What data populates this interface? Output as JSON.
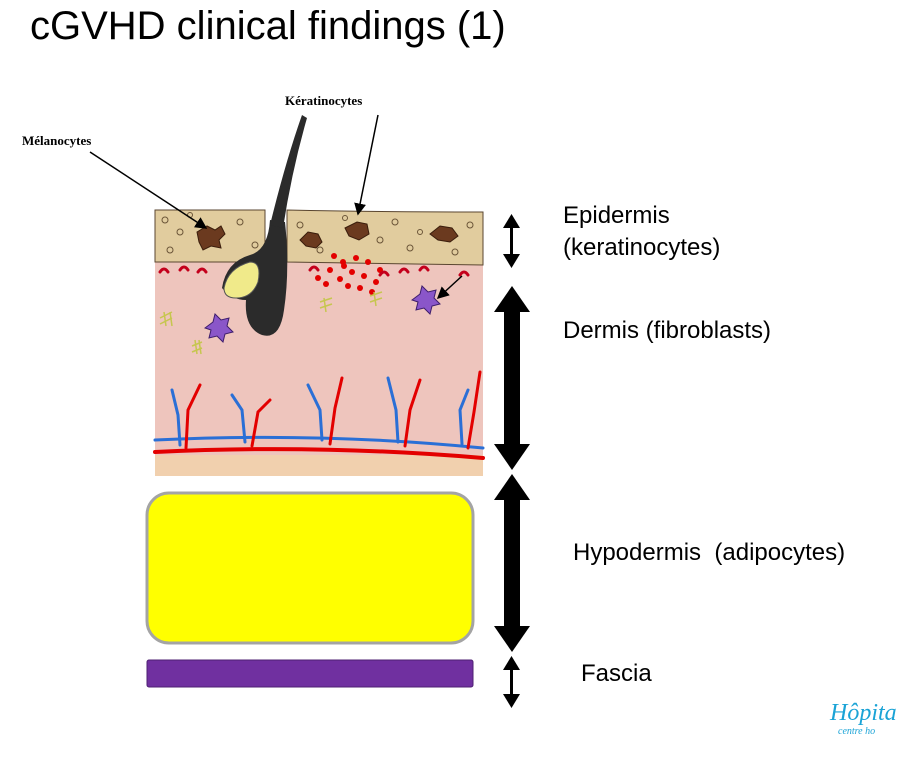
{
  "title": "cGVHD clinical findings (1)",
  "callouts": {
    "melanocytes": "Mélanocytes",
    "keratinocytes": "Kératinocytes"
  },
  "layers": {
    "epidermis_line1": "Epidermis",
    "epidermis_line2": "(keratinocytes)",
    "dermis": "Dermis (fibroblasts)",
    "hypodermis": "Hypodermis  (adipocytes)",
    "fascia": "Fascia"
  },
  "colors": {
    "epidermis": "#e1cc9e",
    "dermis": "#eec5bd",
    "hypodermis_fill": "#ffff00",
    "hypodermis_border": "#a4a4a4",
    "fascia": "#7030a0",
    "logo": "#1aa3d6"
  },
  "logo": {
    "main": "Hôpita",
    "sub": "centre ho"
  }
}
